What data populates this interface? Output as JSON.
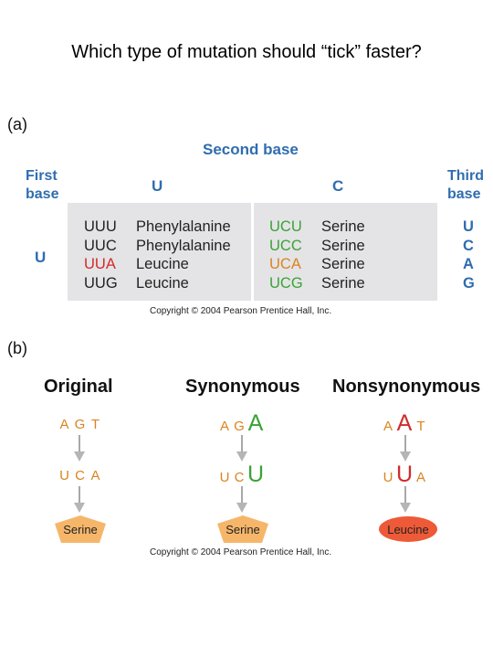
{
  "title": "Which type of mutation should “tick” faster?",
  "panel_a": {
    "label": "(a)",
    "second_base": "Second base",
    "first_base": [
      "First",
      "base"
    ],
    "third_base": [
      "Third",
      "base"
    ],
    "col_u": "U",
    "col_c": "C",
    "row_u": "U",
    "third_letters": [
      "U",
      "C",
      "A",
      "G"
    ],
    "u_codons": [
      "UUU",
      "UUC",
      "UUA",
      "UUG"
    ],
    "u_aminos": [
      "Phenylalanine",
      "Phenylalanine",
      "Leucine",
      "Leucine"
    ],
    "c_codons": [
      "UCU",
      "UCC",
      "UCA",
      "UCG"
    ],
    "c_aminos": [
      "Serine",
      "Serine",
      "Serine",
      "Serine"
    ],
    "copyright": "Copyright © 2004 Pearson Prentice Hall, Inc."
  },
  "panel_b": {
    "label": "(b)",
    "columns": [
      {
        "heading": "Original",
        "dna": [
          "A",
          "G",
          "T"
        ],
        "rna": [
          "U",
          "C",
          "A"
        ],
        "product": "Serine"
      },
      {
        "heading": "Synonymous",
        "dna": [
          "A",
          "G",
          "A"
        ],
        "rna": [
          "U",
          "C",
          "U"
        ],
        "product": "Serine"
      },
      {
        "heading": "Nonsynonymous",
        "dna": [
          "A",
          "A",
          "T"
        ],
        "rna": [
          "U",
          "U",
          "A"
        ],
        "product": "Leucine"
      }
    ],
    "copyright": "Copyright © 2004 Pearson Prentice Hall, Inc."
  },
  "colors": {
    "blue": "#2f6db0",
    "orange": "#d9841f",
    "green": "#3aa334",
    "red": "#d22b2b",
    "pentagon": "#f6b66a",
    "ellipse": "#ee5a38",
    "table": "#e4e4e6"
  }
}
